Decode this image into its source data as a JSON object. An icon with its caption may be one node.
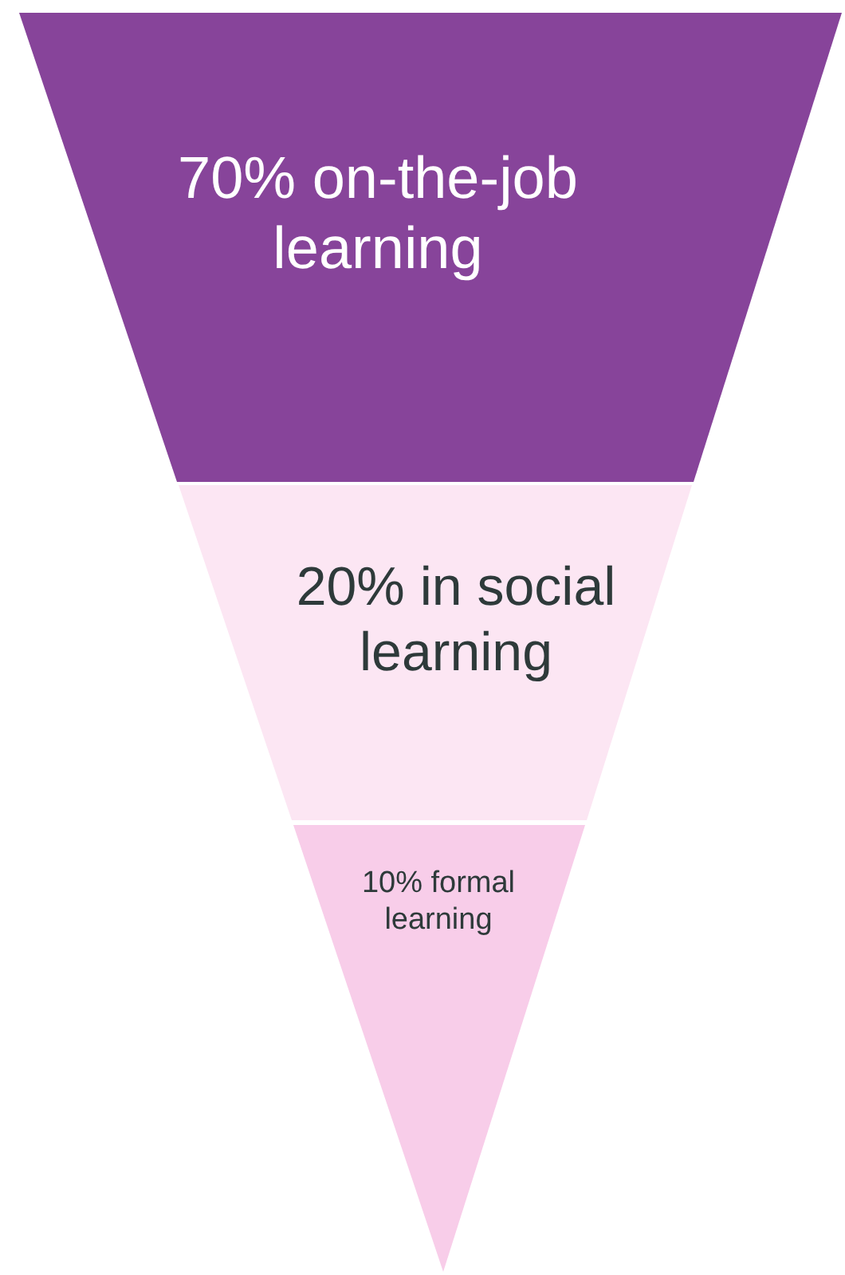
{
  "diagram": {
    "nodes": [
      {
        "text": [
          "70% on-the-job learning"
        ]
      },
      {
        "text": [
          "20% in social learning"
        ]
      },
      {
        "text": [
          "10% formal learning"
        ]
      }
    ]
  }
}
